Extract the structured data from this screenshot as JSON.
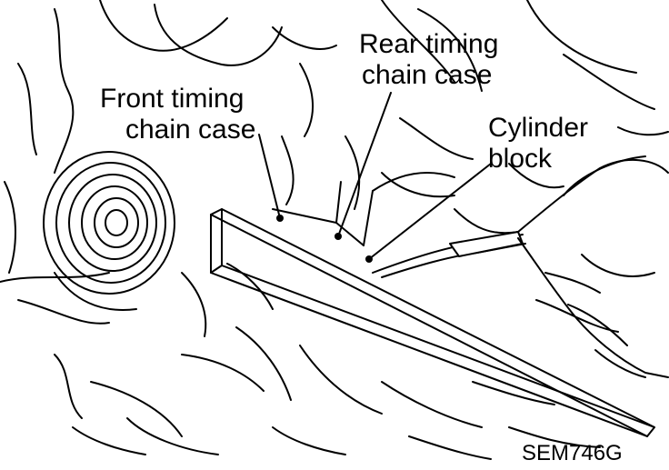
{
  "labels": {
    "front_timing_chain_case": [
      "Front timing",
      "chain case"
    ],
    "rear_timing_chain_case": [
      "Rear timing",
      "chain case"
    ],
    "cylinder_block": [
      "Cylinder",
      "block"
    ]
  },
  "figure_code": "SEM746G"
}
